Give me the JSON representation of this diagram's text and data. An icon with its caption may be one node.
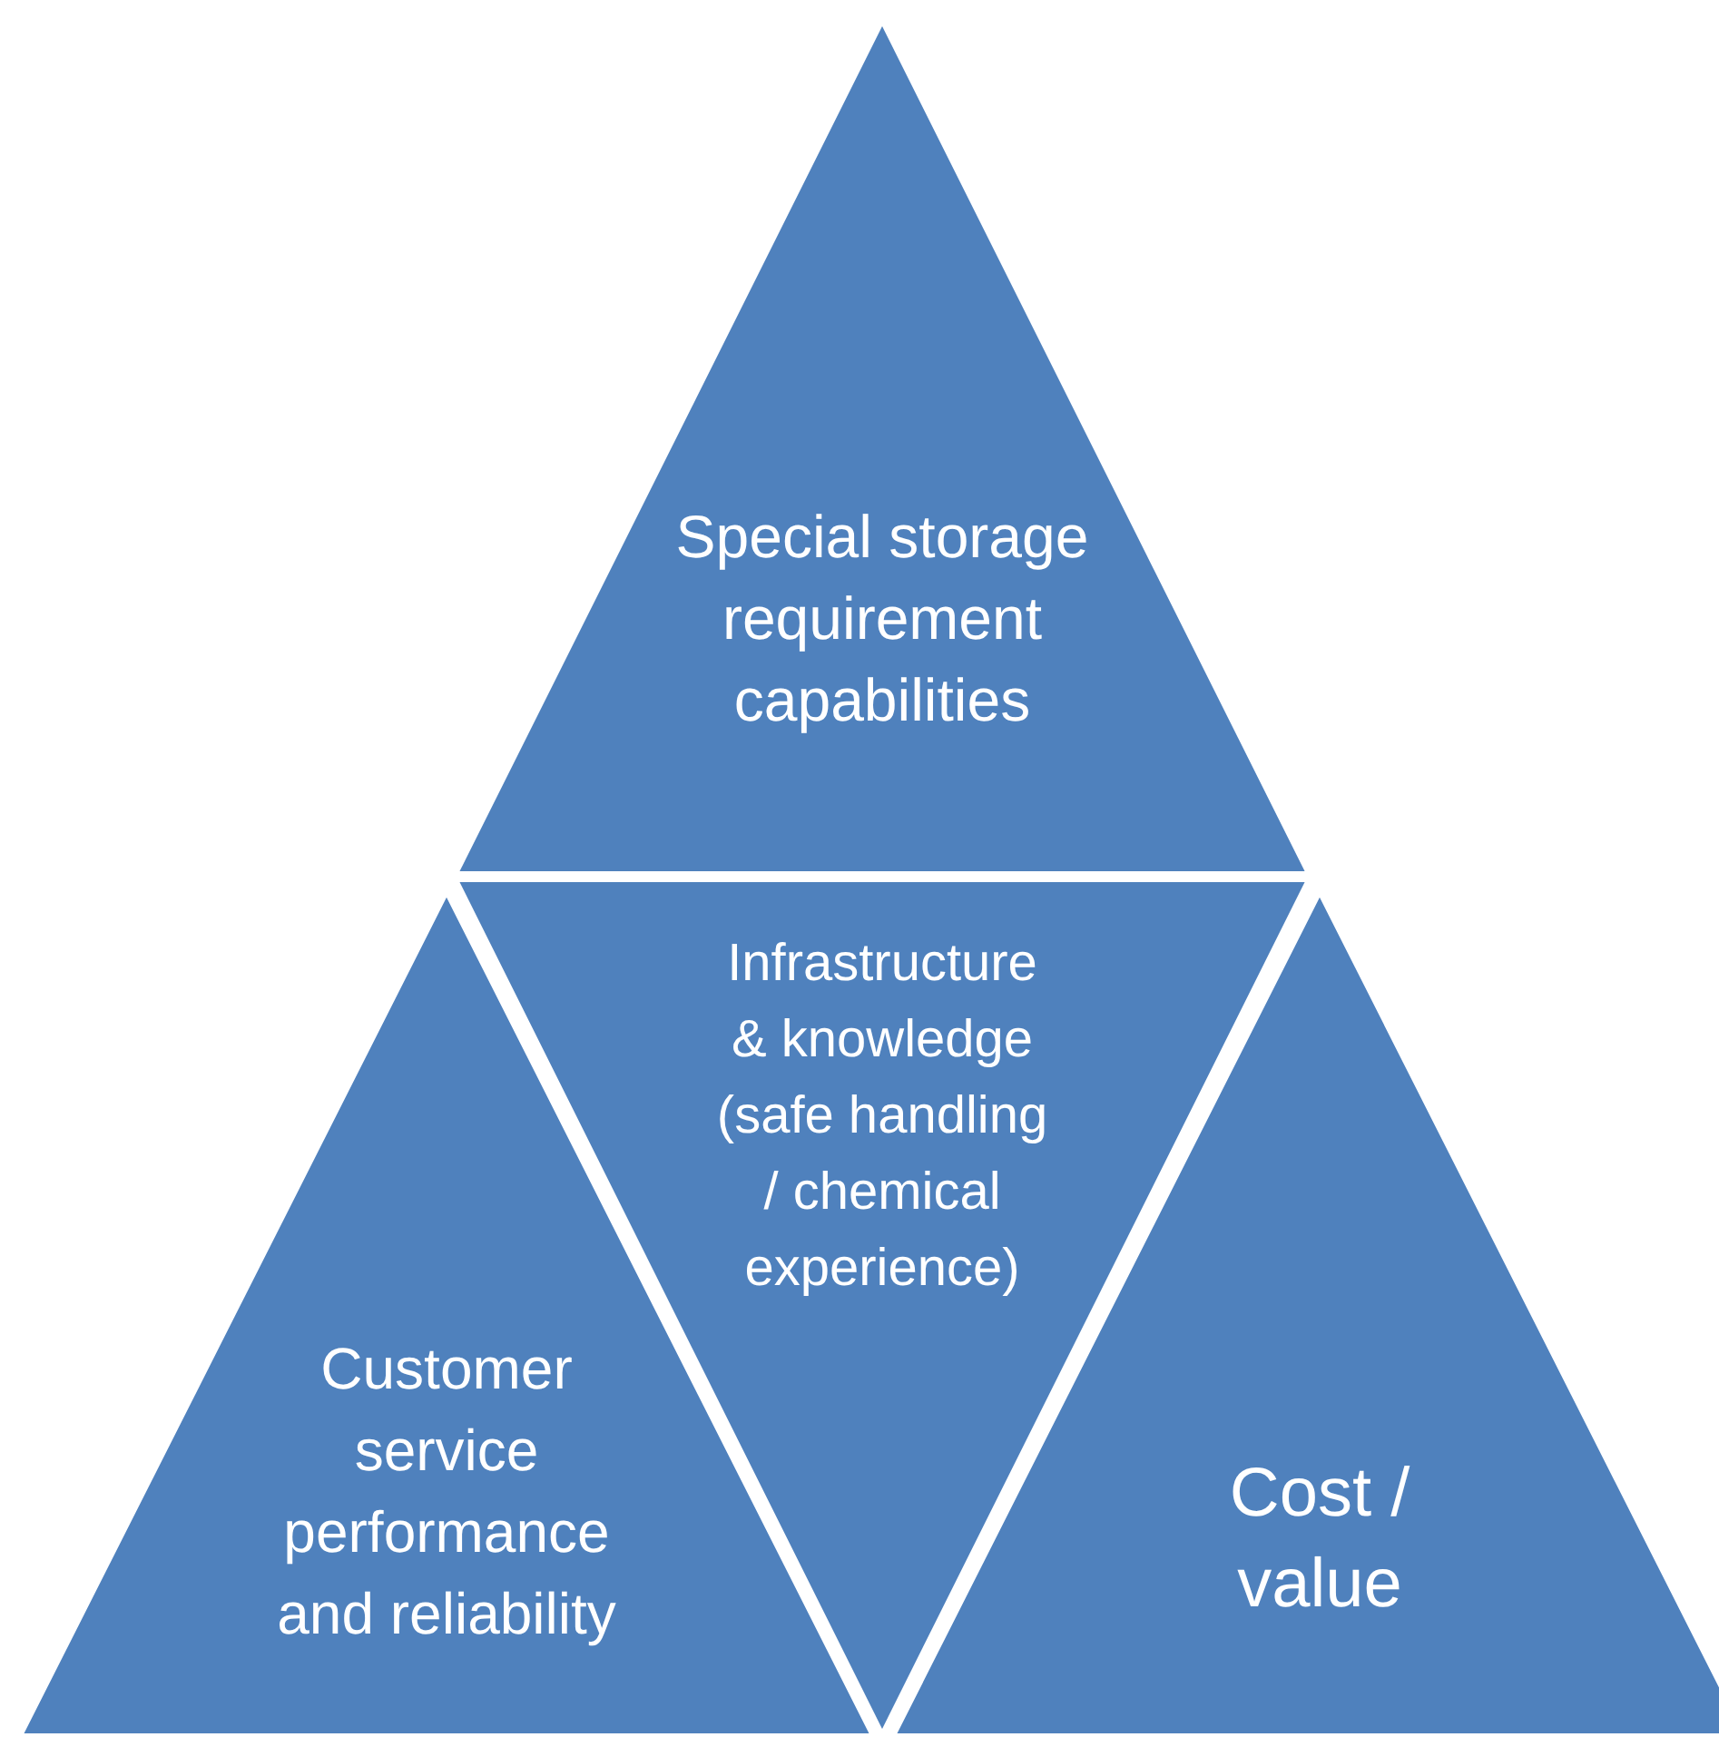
{
  "diagram": {
    "nodes": [
      {
        "text": [
          "Special storage requirement capabilities"
        ]
      },
      {
        "text": [
          "Infrastructure & knowledge (safe handling / chemical experience)"
        ]
      },
      {
        "text": [
          "Customer service performance and reliability"
        ]
      },
      {
        "text": [
          "Cost / value"
        ]
      }
    ]
  }
}
